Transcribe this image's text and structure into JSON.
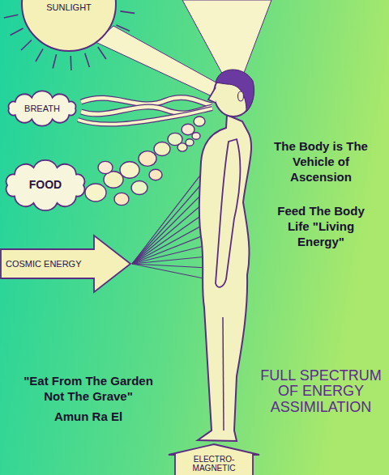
{
  "diagram": {
    "nodes": [
      {
        "text": [
          "SUNLIGHT"
        ]
      },
      {
        "text": [
          "BREATH"
        ]
      },
      {
        "text": [
          "FOOD"
        ]
      },
      {
        "text": [
          "COSMIC ENERGY"
        ]
      },
      {
        "text": [
          "ELECTRO- MAGNETIC"
        ]
      }
    ],
    "labels": [
      "The Body is The Vehicle of Ascension",
      "Feed The Body Life \"Living Energy\"",
      "\"Eat From The Garden Not The Grave\"",
      "Amun Ra El",
      "FULL SPECTRUM OF ENERGY ASSIMILATION"
    ]
  }
}
